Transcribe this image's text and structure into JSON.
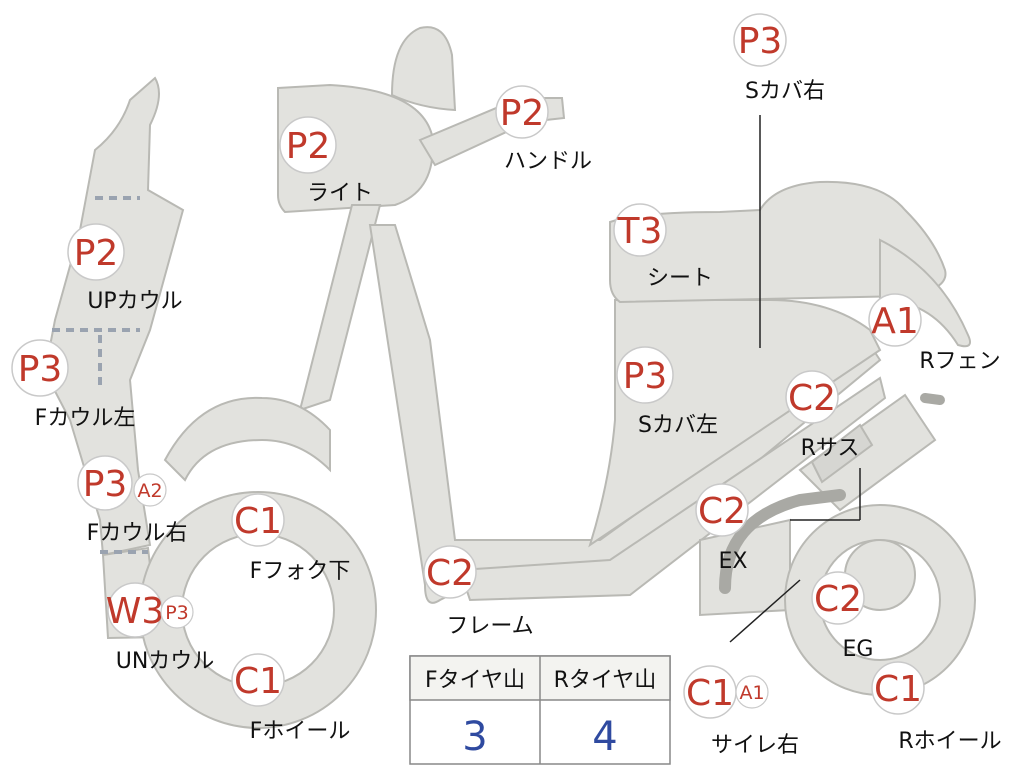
{
  "colors": {
    "body_fill": "#e2e2de",
    "body_stroke": "#b9b9b4",
    "grade_text": "#c0392b",
    "label_text": "#111111",
    "badge_fill": "#ffffff",
    "badge_stroke": "#c9c9c9",
    "table_value": "#2f4aa0",
    "table_border": "#888888"
  },
  "parts": {
    "light": {
      "grade": "P2",
      "label": "ライト"
    },
    "handle": {
      "grade": "P2",
      "label": "ハンドル"
    },
    "s_cover_r": {
      "grade": "P3",
      "label": "Sカバ右"
    },
    "seat": {
      "grade": "T3",
      "label": "シート"
    },
    "up_cowl": {
      "grade": "P2",
      "label": "UPカウル"
    },
    "f_cowl_l": {
      "grade": "P3",
      "label": "Fカウル左"
    },
    "f_cowl_r": {
      "grade": "P3",
      "sub_grade": "A2",
      "label": "Fカウル右"
    },
    "s_cover_l": {
      "grade": "P3",
      "label": "Sカバ左"
    },
    "r_fender": {
      "grade": "A1",
      "label": "Rフェン"
    },
    "r_sus": {
      "grade": "C2",
      "label": "Rサス"
    },
    "f_fork": {
      "grade": "C1",
      "label": "Fフォク下"
    },
    "ex": {
      "grade": "C2",
      "label": "EX"
    },
    "frame": {
      "grade": "C2",
      "label": "フレーム"
    },
    "eg": {
      "grade": "C2",
      "label": "EG"
    },
    "un_cowl": {
      "grade": "W3",
      "sub_grade": "P3",
      "label": "UNカウル"
    },
    "f_wheel": {
      "grade": "C1",
      "label": "Fホイール"
    },
    "side_stand": {
      "grade": "C1",
      "sub_grade": "A1",
      "label": "サイレ右"
    },
    "r_wheel": {
      "grade": "C1",
      "label": "Rホイール"
    }
  },
  "tire_table": {
    "headers": [
      "Fタイヤ山",
      "Rタイヤ山"
    ],
    "values": [
      "3",
      "4"
    ]
  }
}
